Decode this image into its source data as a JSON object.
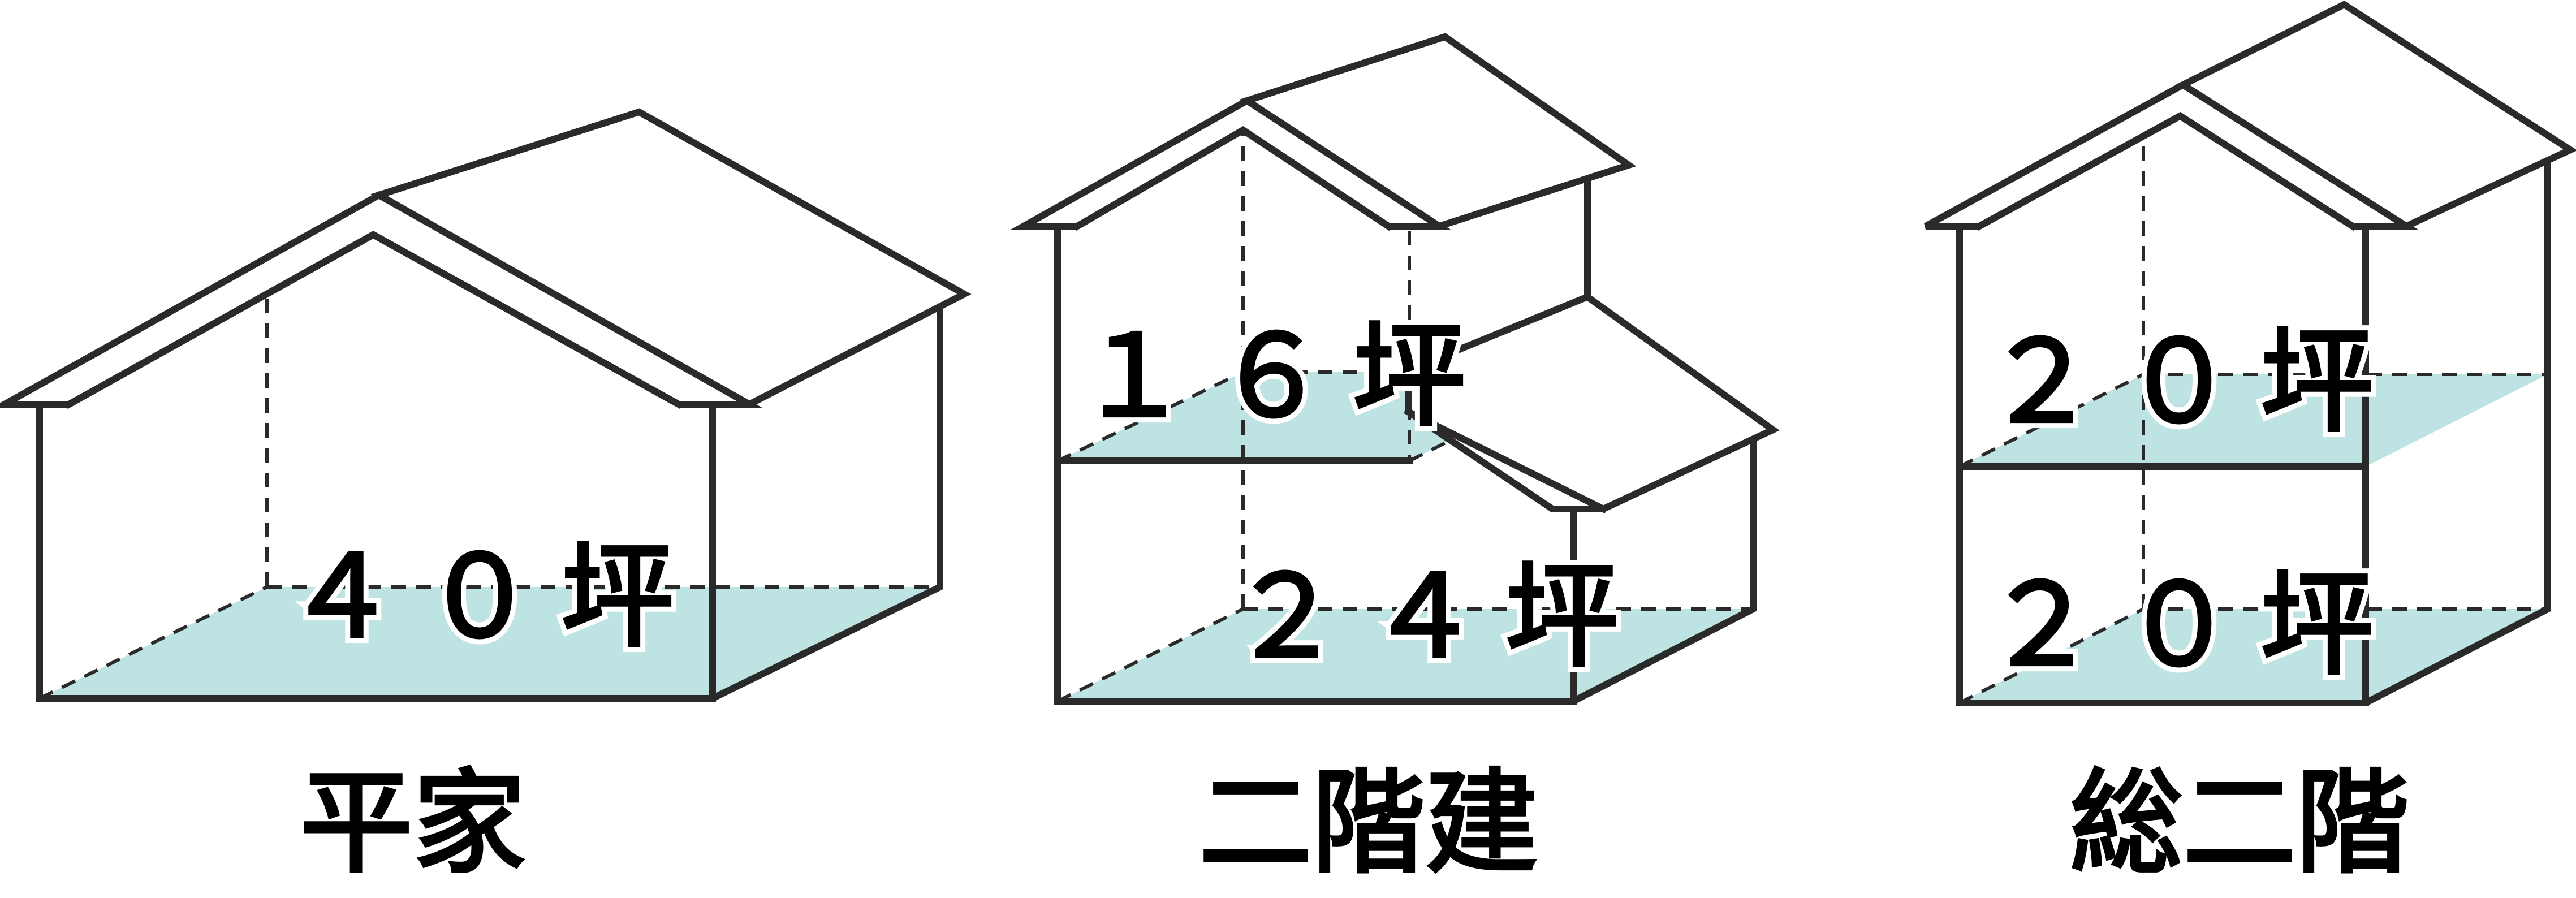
{
  "colors": {
    "floor": "#bde3e2",
    "line": "#2a2a2a"
  },
  "houses": [
    {
      "caption": "平家",
      "floors": [
        {
          "area": "４０坪"
        }
      ]
    },
    {
      "caption": "二階建",
      "floors": [
        {
          "area": "１６坪"
        },
        {
          "area": "２４坪"
        }
      ]
    },
    {
      "caption": "総二階",
      "floors": [
        {
          "area": "２０坪"
        },
        {
          "area": "２０坪"
        }
      ]
    }
  ]
}
